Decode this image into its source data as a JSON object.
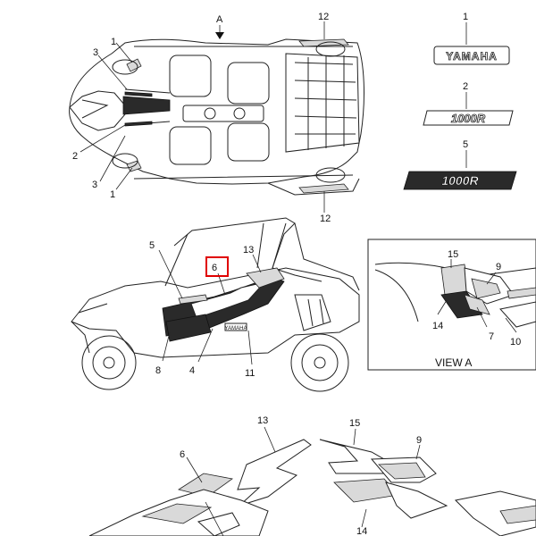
{
  "callouts": {
    "c1_top": "1",
    "c2_top": "2",
    "c3_top": "3",
    "c3_bot": "3",
    "c1_bot": "1",
    "c12_top": "12",
    "c12_bot": "12",
    "cA": "A",
    "legend_1": "1",
    "legend_2": "2",
    "legend_5": "5",
    "side_5": "5",
    "side_6": "6",
    "side_13": "13",
    "side_8": "8",
    "side_4": "4",
    "side_11": "11",
    "view_15": "15",
    "view_9": "9",
    "view_14": "14",
    "view_7": "7",
    "view_10": "10",
    "bottom_13": "13",
    "bottom_6": "6",
    "bottom_15": "15",
    "bottom_9": "9",
    "bottom_14": "14"
  },
  "decals": {
    "brand_text": "YAMAHA",
    "model_text_2": "1000R",
    "model_text_5": "1000R",
    "side_small_brand": "YAMAHA"
  },
  "view_a": {
    "label": "VIEW A"
  },
  "highlight": {
    "color": "#e00000",
    "target": "6"
  }
}
